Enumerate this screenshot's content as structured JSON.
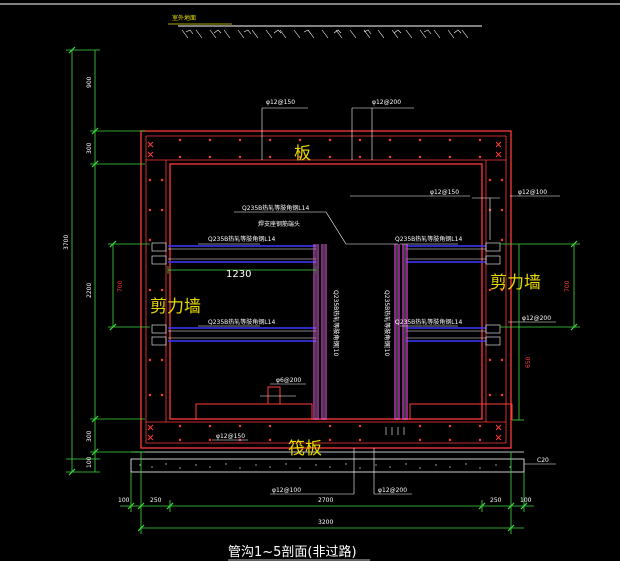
{
  "title": "管沟1~5剖面(非过路)",
  "ground_label": "室外地面",
  "labels": {
    "slab": "板",
    "shear_wall_left": "剪力墙",
    "shear_wall_right": "剪力墙",
    "raft": "筏板"
  },
  "rebar": {
    "top_left": "φ12@150",
    "top_right": "φ12@200",
    "right_1": "φ12@150",
    "right_2": "φ12@100",
    "right_mid": "φ12@200",
    "bottom_inner": "φ12@150",
    "stirrup": "φ6@200",
    "bottom_left": "φ12@100",
    "bottom_right": "φ12@200",
    "angle_note_1": "Q235B热轧等肢角钢L14",
    "angle_note_2": "焊支座钢筋端头",
    "angle_tl": "Q235B热轧等肢角钢L14",
    "angle_tr": "Q235B热轧等肢角钢L14",
    "angle_bl": "Q235B热轧等肢角钢L14",
    "angle_br": "Q235B热轧等肢角钢L14",
    "vert_left": "Q235B热轧等肢角钢[10",
    "vert_right": "Q235B热轧等肢角钢[10",
    "concrete": "C20"
  },
  "dims": {
    "left_900": "900",
    "left_300_top": "300",
    "left_3700": "3700",
    "left_2200": "2200",
    "left_300_bot": "300",
    "left_100": "100",
    "left_700": "700",
    "inner_1230": "1230",
    "right_700": "700",
    "right_650": "650",
    "b_100_l": "100",
    "b_250_l": "250",
    "b_2700": "2700",
    "b_250_r": "250",
    "b_100_r": "100",
    "b_3200": "3200"
  },
  "colors": {
    "wall": "#ff3b3b",
    "dim": "#3fdc3f",
    "rebar_blue": "#3a3aff",
    "angle_magenta": "#e040e0",
    "label_yellow": "#e8d800"
  }
}
